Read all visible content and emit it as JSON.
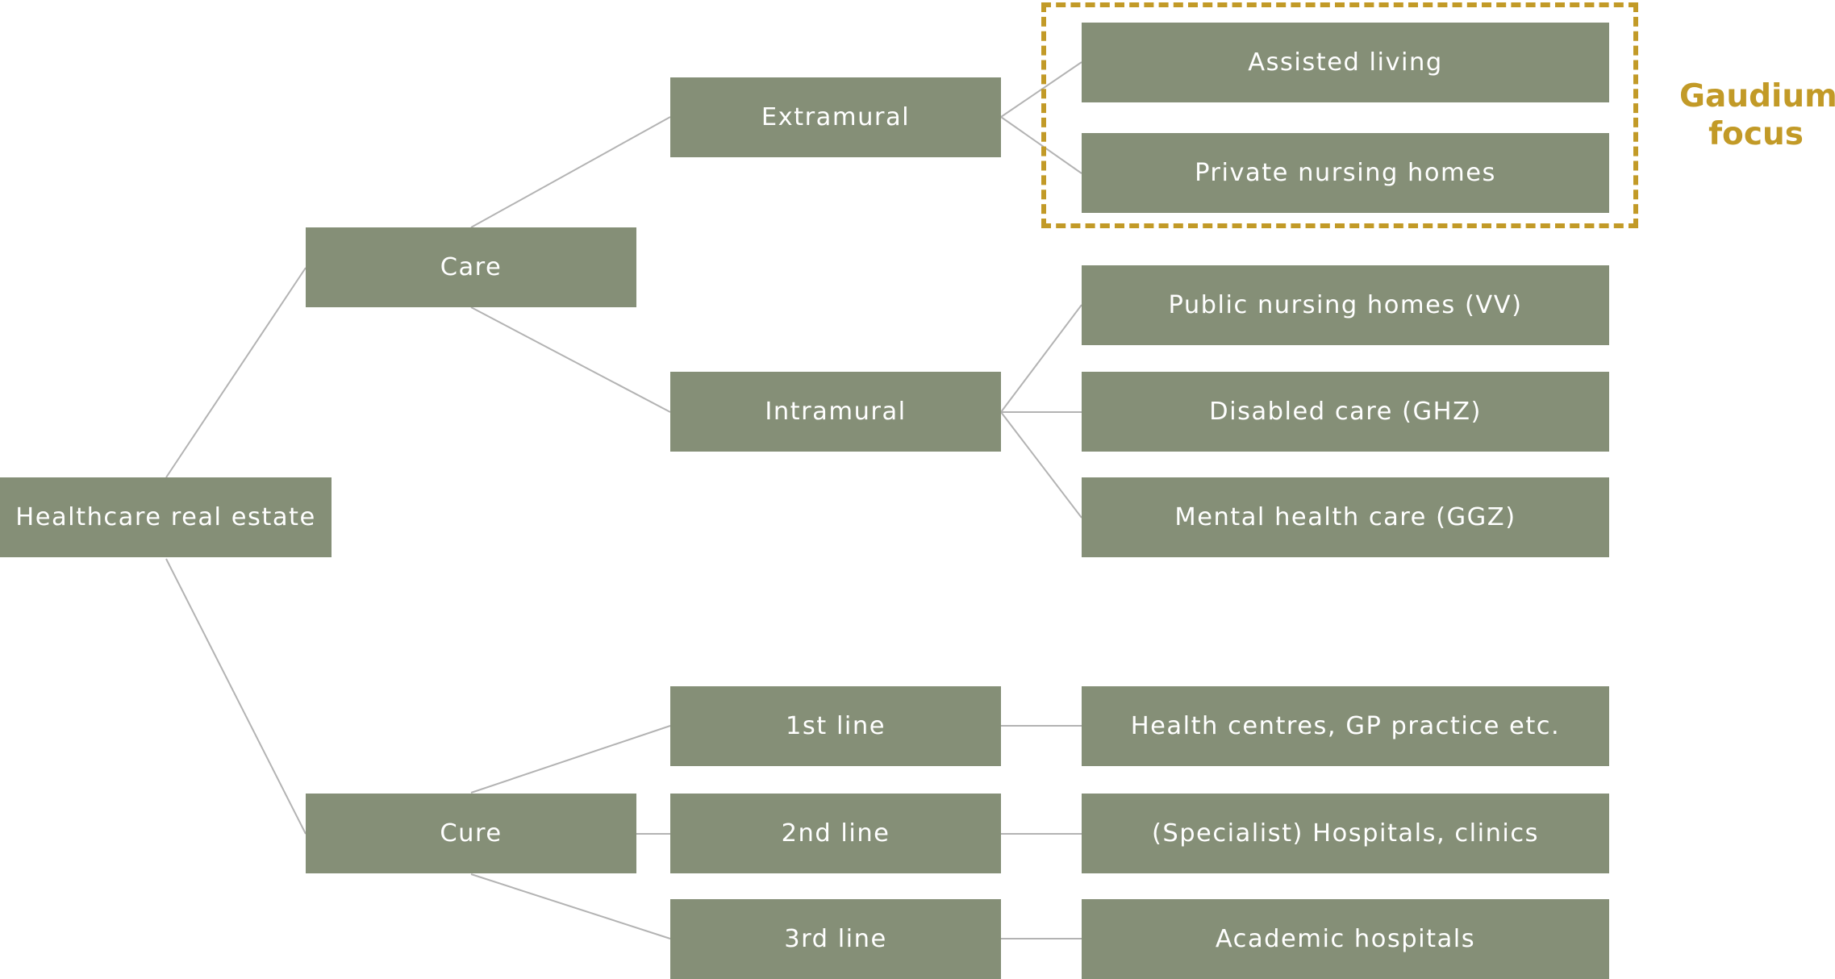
{
  "diagram": {
    "root": "Healthcare real estate",
    "level1": {
      "care": "Care",
      "cure": "Cure"
    },
    "level2": {
      "extramural": "Extramural",
      "intramural": "Intramural",
      "line1": "1st line",
      "line2": "2nd line",
      "line3": "3rd line"
    },
    "level3": {
      "assisted_living": "Assisted living",
      "private_nursing": "Private nursing homes",
      "public_nursing": "Public nursing homes (VV)",
      "disabled_care": "Disabled care (GHZ)",
      "mental_health": "Mental health care (GGZ)",
      "health_centres": "Health centres, GP practice etc.",
      "specialist_hospitals": "(Specialist) Hospitals, clinics",
      "academic_hospitals": "Academic hospitals"
    },
    "focus": {
      "line1": "Gaudium",
      "line2": "focus"
    }
  },
  "colors": {
    "box_fill": "#858f77",
    "box_text": "#ffffff",
    "connector": "#b3b3b3",
    "focus_accent": "#c29a27"
  }
}
